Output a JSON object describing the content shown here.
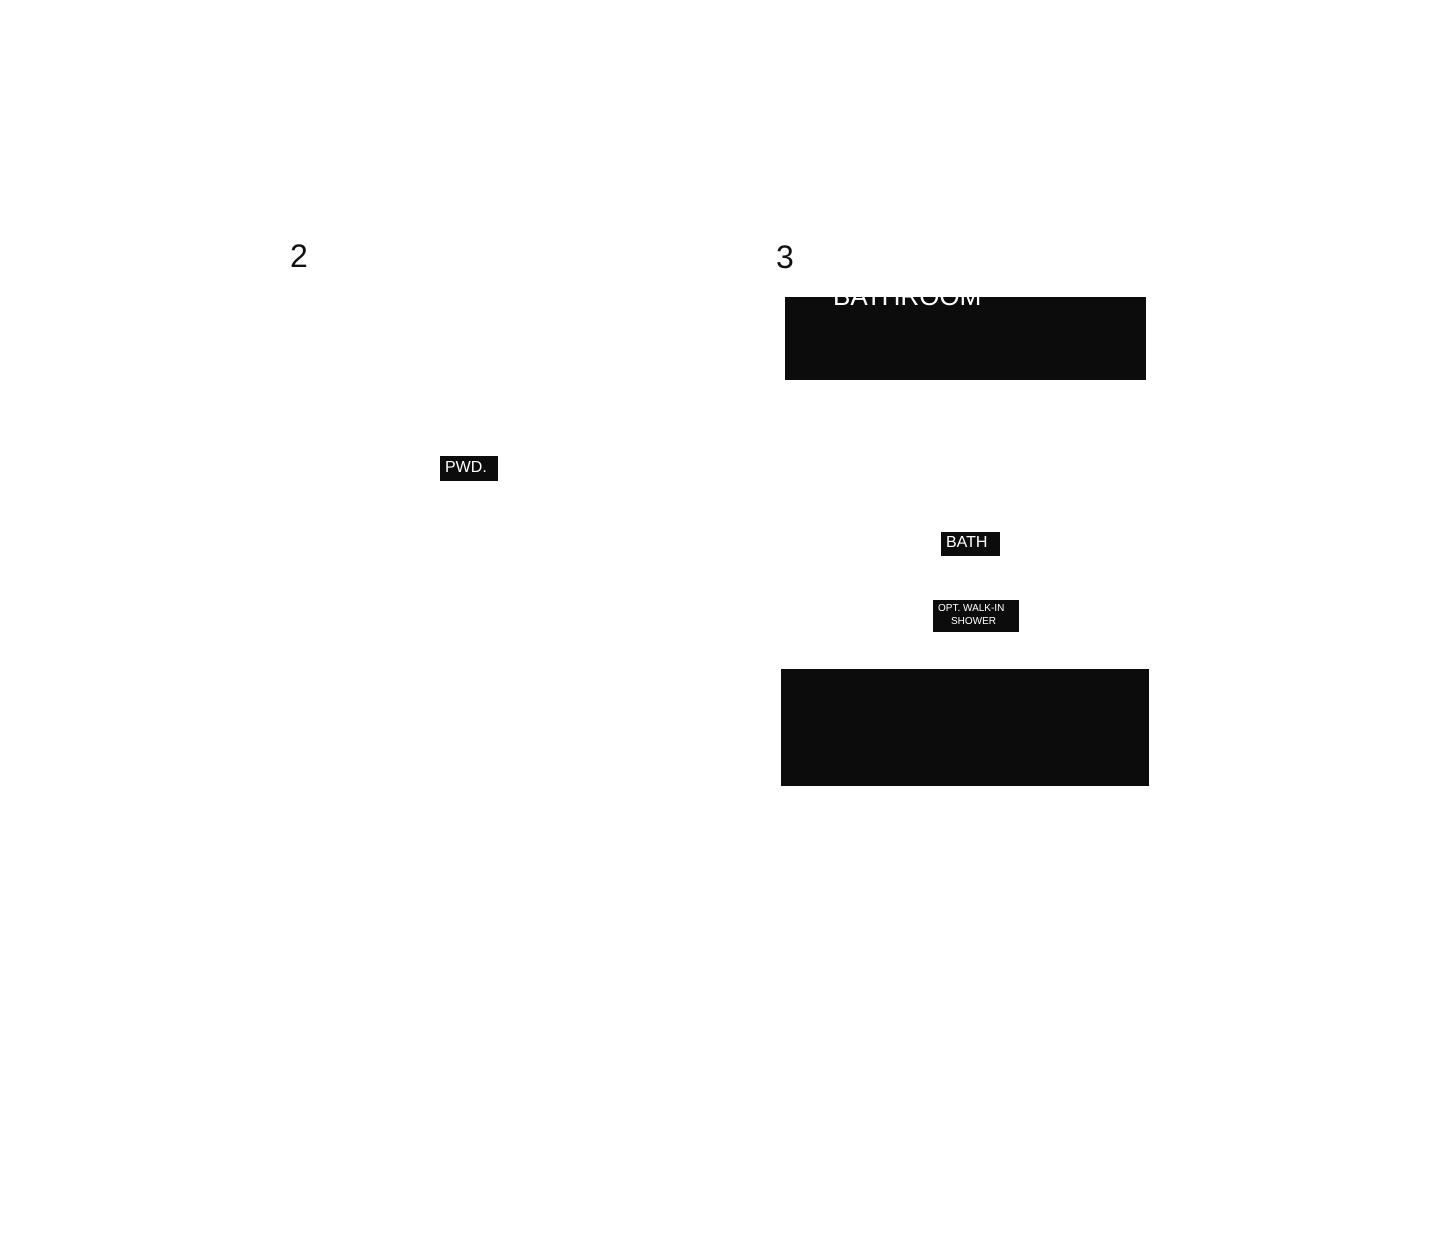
{
  "panels": [
    {
      "number": "2"
    },
    {
      "number": "3"
    }
  ],
  "labels": {
    "powder": "PWD.",
    "bath": "BATH",
    "shower_line1": "OPT. WALK-IN",
    "shower_line2": "SHOWER",
    "bathroom_banner": "BATHROOM"
  },
  "colors": {
    "label_background": "#0c0c0c",
    "label_text": "#ffffff",
    "background": "#ffffff"
  }
}
